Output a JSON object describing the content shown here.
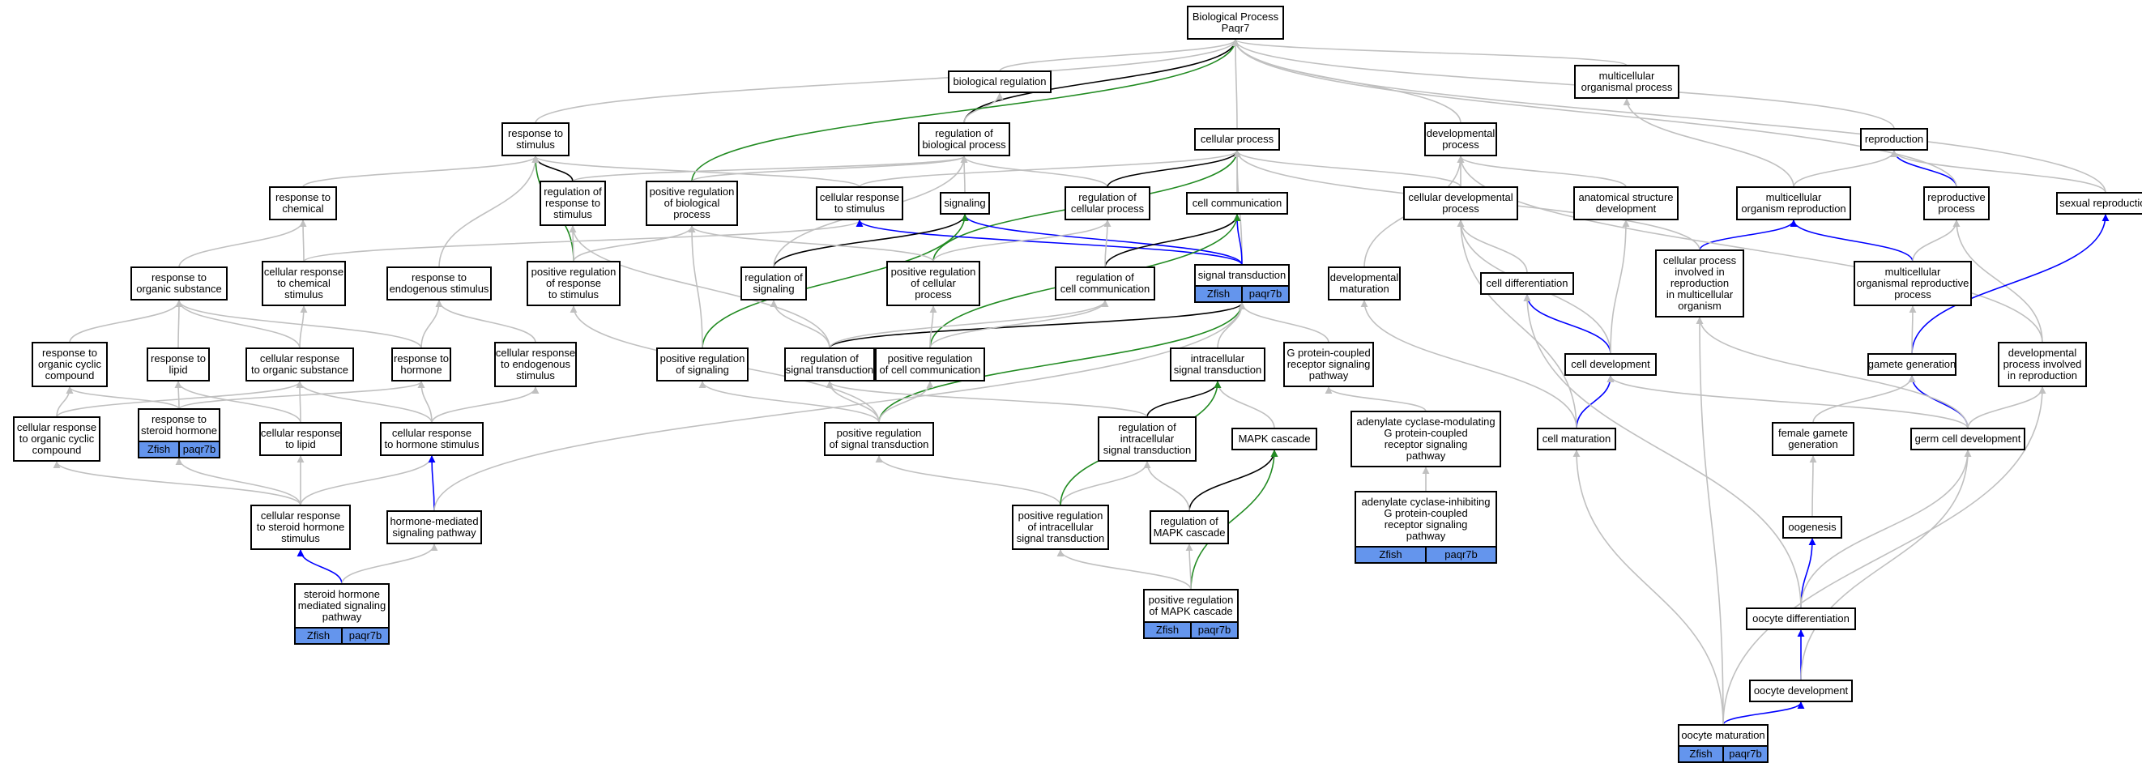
{
  "colors": {
    "gray": "#c0c0c0",
    "black": "#000000",
    "green": "#228b22",
    "blue": "#0000ff",
    "tag": "#6495ed"
  },
  "nodes": {
    "bp": [
      "Biological Process",
      "Paqr7"
    ],
    "bioreg": [
      "biological regulation"
    ],
    "multiorg": [
      "multicellular",
      "organismal process"
    ],
    "resp_stim": [
      "response to",
      "stimulus"
    ],
    "reg_bp": [
      "regulation of",
      "biological process"
    ],
    "cell_proc": [
      "cellular process"
    ],
    "dev_proc": [
      "developmental",
      "process"
    ],
    "repro": [
      "reproduction"
    ],
    "resp_chem": [
      "response to",
      "chemical"
    ],
    "reg_resp_stim": [
      "regulation of",
      "response to",
      "stimulus"
    ],
    "pos_reg_bp": [
      "positive regulation",
      "of biological",
      "process"
    ],
    "cell_resp_stim": [
      "cellular response",
      "to stimulus"
    ],
    "signaling": [
      "signaling"
    ],
    "reg_cell_proc": [
      "regulation of",
      "cellular process"
    ],
    "cell_comm": [
      "cell communication"
    ],
    "cell_dev_proc": [
      "cellular developmental",
      "process"
    ],
    "anat_dev": [
      "anatomical structure",
      "development"
    ],
    "multi_org_repro": [
      "multicellular",
      "organism reproduction"
    ],
    "repro_proc": [
      "reproductive",
      "process"
    ],
    "sex_repro": [
      "sexual reproduction"
    ],
    "resp_org_sub": [
      "response to",
      "organic substance"
    ],
    "cell_resp_chem": [
      "cellular response",
      "to chemical",
      "stimulus"
    ],
    "resp_endo": [
      "response to",
      "endogenous stimulus"
    ],
    "pos_reg_resp_stim": [
      "positive regulation",
      "of response",
      "to stimulus"
    ],
    "reg_sig": [
      "regulation of",
      "signaling"
    ],
    "pos_reg_cell_proc": [
      "positive regulation",
      "of cellular",
      "process"
    ],
    "reg_cell_comm": [
      "regulation of",
      "cell communication"
    ],
    "sig_trans": [
      "signal transduction"
    ],
    "dev_mat": [
      "developmental",
      "maturation"
    ],
    "cell_diff": [
      "cell differentiation"
    ],
    "cp_repro": [
      "cellular process",
      "involved in",
      "reproduction",
      "in multicellular",
      "organism"
    ],
    "multi_repro_proc": [
      "multicellular",
      "organismal reproductive",
      "process"
    ],
    "resp_org_cyc": [
      "response to",
      "organic cyclic",
      "compound"
    ],
    "resp_lipid": [
      "response to",
      "lipid"
    ],
    "cell_resp_org": [
      "cellular response",
      "to organic substance"
    ],
    "resp_horm": [
      "response to",
      "hormone"
    ],
    "cell_resp_endo": [
      "cellular response",
      "to endogenous",
      "stimulus"
    ],
    "pos_reg_sig": [
      "positive regulation",
      "of signaling"
    ],
    "reg_sig_trans": [
      "regulation of",
      "signal transduction"
    ],
    "pos_reg_cell_comm": [
      "positive regulation",
      "of cell communication"
    ],
    "intra_sig": [
      "intracellular",
      "signal transduction"
    ],
    "gpcr": [
      "G protein-coupled",
      "receptor signaling",
      "pathway"
    ],
    "cell_dev": [
      "cell development"
    ],
    "gamete_gen": [
      "gamete generation"
    ],
    "dev_proc_repro": [
      "developmental",
      "process involved",
      "in reproduction"
    ],
    "cell_resp_org_cyc": [
      "cellular response",
      "to organic cyclic",
      "compound"
    ],
    "resp_ster": [
      "response to",
      "steroid hormone"
    ],
    "cell_resp_lipid": [
      "cellular response",
      "to lipid"
    ],
    "cell_resp_horm": [
      "cellular response",
      "to hormone stimulus"
    ],
    "pos_reg_sig_trans": [
      "positive regulation",
      "of signal transduction"
    ],
    "reg_intra": [
      "regulation of",
      "intracellular",
      "signal transduction"
    ],
    "mapk": [
      "MAPK cascade"
    ],
    "adcy_mod": [
      "adenylate cyclase-modulating",
      "G protein-coupled",
      "receptor signaling",
      "pathway"
    ],
    "cell_mat": [
      "cell maturation"
    ],
    "fem_gam": [
      "female gamete",
      "generation"
    ],
    "germ_dev": [
      "germ cell development"
    ],
    "cell_resp_ster": [
      "cellular response",
      "to steroid hormone",
      "stimulus"
    ],
    "horm_med": [
      "hormone-mediated",
      "signaling pathway"
    ],
    "pos_reg_intra": [
      "positive regulation",
      "of intracellular",
      "signal transduction"
    ],
    "reg_mapk": [
      "regulation of",
      "MAPK cascade"
    ],
    "adcy_inh": [
      "adenylate cyclase-inhibiting",
      "G protein-coupled",
      "receptor signaling",
      "pathway"
    ],
    "oogenesis": [
      "oogenesis"
    ],
    "ster_med": [
      "steroid hormone",
      "mediated signaling",
      "pathway"
    ],
    "pos_reg_mapk": [
      "positive regulation",
      "of MAPK cascade"
    ],
    "oocyte_diff": [
      "oocyte differentiation"
    ],
    "oocyte_dev": [
      "oocyte development"
    ],
    "oocyte_mat": [
      "oocyte maturation"
    ]
  },
  "tags": {
    "sig_trans": [
      "Zfish",
      "paqr7b"
    ],
    "resp_ster": [
      "Zfish",
      "paqr7b"
    ],
    "adcy_inh": [
      "Zfish",
      "paqr7b"
    ],
    "ster_med": [
      "Zfish",
      "paqr7b"
    ],
    "pos_reg_mapk": [
      "Zfish",
      "paqr7b"
    ],
    "oocyte_mat": [
      "Zfish",
      "paqr7b"
    ]
  },
  "edges": [
    [
      "bioreg",
      "bp",
      "gray"
    ],
    [
      "multiorg",
      "bp",
      "gray"
    ],
    [
      "resp_stim",
      "bp",
      "gray"
    ],
    [
      "reg_bp",
      "bp",
      "black"
    ],
    [
      "reg_bp",
      "bioreg",
      "gray"
    ],
    [
      "cell_proc",
      "bp",
      "gray"
    ],
    [
      "dev_proc",
      "bp",
      "gray"
    ],
    [
      "repro",
      "bp",
      "gray"
    ],
    [
      "pos_reg_bp",
      "bp",
      "green"
    ],
    [
      "reg_resp_stim",
      "resp_stim",
      "black"
    ],
    [
      "pos_reg_resp_stim",
      "resp_stim",
      "green"
    ],
    [
      "resp_chem",
      "resp_stim",
      "gray"
    ],
    [
      "cell_resp_stim",
      "resp_stim",
      "gray"
    ],
    [
      "reg_resp_stim",
      "reg_bp",
      "gray"
    ],
    [
      "pos_reg_bp",
      "reg_bp",
      "gray"
    ],
    [
      "signaling",
      "reg_bp",
      "gray"
    ],
    [
      "reg_cell_proc",
      "reg_bp",
      "gray"
    ],
    [
      "reg_cell_proc",
      "cell_proc",
      "black"
    ],
    [
      "cell_comm",
      "cell_proc",
      "gray"
    ],
    [
      "cell_resp_stim",
      "cell_proc",
      "gray"
    ],
    [
      "cell_dev_proc",
      "cell_proc",
      "gray"
    ],
    [
      "sig_trans",
      "cell_proc",
      "gray"
    ],
    [
      "pos_reg_cell_proc",
      "cell_proc",
      "green"
    ],
    [
      "cell_dev_proc",
      "dev_proc",
      "gray"
    ],
    [
      "anat_dev",
      "dev_proc",
      "gray"
    ],
    [
      "dev_mat",
      "dev_proc",
      "gray"
    ],
    [
      "multi_org_repro",
      "repro",
      "gray"
    ],
    [
      "repro_proc",
      "repro",
      "blue"
    ],
    [
      "sex_repro",
      "repro",
      "gray"
    ],
    [
      "multi_org_repro",
      "multiorg",
      "gray"
    ],
    [
      "sex_repro",
      "bp",
      "gray"
    ],
    [
      "repro_proc",
      "bp",
      "gray"
    ],
    [
      "resp_org_sub",
      "resp_chem",
      "gray"
    ],
    [
      "cell_resp_chem",
      "resp_chem",
      "gray"
    ],
    [
      "cell_resp_chem",
      "cell_resp_stim",
      "gray"
    ],
    [
      "resp_endo",
      "resp_stim",
      "gray"
    ],
    [
      "pos_reg_resp_stim",
      "reg_resp_stim",
      "gray"
    ],
    [
      "pos_reg_resp_stim",
      "pos_reg_bp",
      "gray"
    ],
    [
      "sig_trans",
      "cell_resp_stim",
      "blue"
    ],
    [
      "sig_trans",
      "signaling",
      "blue"
    ],
    [
      "sig_trans",
      "cell_comm",
      "blue"
    ],
    [
      "reg_sig",
      "signaling",
      "black"
    ],
    [
      "reg_sig",
      "reg_bp",
      "gray"
    ],
    [
      "pos_reg_sig",
      "signaling",
      "green"
    ],
    [
      "pos_reg_sig",
      "pos_reg_bp",
      "gray"
    ],
    [
      "pos_reg_cell_proc",
      "reg_cell_proc",
      "gray"
    ],
    [
      "pos_reg_cell_proc",
      "pos_reg_bp",
      "gray"
    ],
    [
      "reg_cell_comm",
      "cell_comm",
      "black"
    ],
    [
      "reg_cell_comm",
      "reg_cell_proc",
      "gray"
    ],
    [
      "pos_reg_cell_comm",
      "cell_comm",
      "green"
    ],
    [
      "cell_diff",
      "cell_dev_proc",
      "gray"
    ],
    [
      "cell_dev",
      "cell_diff",
      "blue"
    ],
    [
      "cell_dev",
      "anat_dev",
      "gray"
    ],
    [
      "cell_dev",
      "cell_dev_proc",
      "gray"
    ],
    [
      "cp_repro",
      "multi_org_repro",
      "blue"
    ],
    [
      "cp_repro",
      "cell_proc",
      "gray"
    ],
    [
      "multi_repro_proc",
      "multi_org_repro",
      "blue"
    ],
    [
      "multi_repro_proc",
      "repro_proc",
      "gray"
    ],
    [
      "dev_proc_repro",
      "repro_proc",
      "gray"
    ],
    [
      "dev_proc_repro",
      "dev_proc",
      "gray"
    ],
    [
      "gamete_gen",
      "sex_repro",
      "blue"
    ],
    [
      "gamete_gen",
      "multi_repro_proc",
      "gray"
    ],
    [
      "resp_org_cyc",
      "resp_org_sub",
      "gray"
    ],
    [
      "resp_lipid",
      "resp_org_sub",
      "gray"
    ],
    [
      "cell_resp_org",
      "resp_org_sub",
      "gray"
    ],
    [
      "cell_resp_org",
      "cell_resp_chem",
      "gray"
    ],
    [
      "resp_horm",
      "resp_org_sub",
      "gray"
    ],
    [
      "resp_horm",
      "resp_endo",
      "gray"
    ],
    [
      "cell_resp_endo",
      "resp_endo",
      "gray"
    ],
    [
      "reg_sig_trans",
      "reg_sig",
      "gray"
    ],
    [
      "reg_sig_trans",
      "sig_trans",
      "black"
    ],
    [
      "reg_sig_trans",
      "reg_cell_comm",
      "gray"
    ],
    [
      "reg_sig_trans",
      "reg_resp_stim",
      "gray"
    ],
    [
      "pos_reg_sig_trans",
      "sig_trans",
      "green"
    ],
    [
      "pos_reg_sig_trans",
      "pos_reg_sig",
      "gray"
    ],
    [
      "pos_reg_sig_trans",
      "reg_sig_trans",
      "gray"
    ],
    [
      "pos_reg_sig_trans",
      "pos_reg_cell_comm",
      "gray"
    ],
    [
      "pos_reg_sig_trans",
      "pos_reg_resp_stim",
      "gray"
    ],
    [
      "pos_reg_cell_comm",
      "reg_cell_comm",
      "gray"
    ],
    [
      "pos_reg_cell_comm",
      "pos_reg_cell_proc",
      "gray"
    ],
    [
      "intra_sig",
      "sig_trans",
      "gray"
    ],
    [
      "gpcr",
      "sig_trans",
      "gray"
    ],
    [
      "cell_resp_org_cyc",
      "resp_org_cyc",
      "gray"
    ],
    [
      "cell_resp_org_cyc",
      "cell_resp_org",
      "gray"
    ],
    [
      "resp_ster",
      "resp_lipid",
      "gray"
    ],
    [
      "resp_ster",
      "resp_org_cyc",
      "gray"
    ],
    [
      "resp_ster",
      "resp_horm",
      "gray"
    ],
    [
      "cell_resp_lipid",
      "resp_lipid",
      "gray"
    ],
    [
      "cell_resp_lipid",
      "cell_resp_org",
      "gray"
    ],
    [
      "cell_resp_horm",
      "resp_horm",
      "gray"
    ],
    [
      "cell_resp_horm",
      "cell_resp_org",
      "gray"
    ],
    [
      "cell_resp_horm",
      "cell_resp_endo",
      "gray"
    ],
    [
      "reg_intra",
      "intra_sig",
      "black"
    ],
    [
      "reg_intra",
      "reg_sig_trans",
      "gray"
    ],
    [
      "mapk",
      "intra_sig",
      "gray"
    ],
    [
      "adcy_mod",
      "gpcr",
      "gray"
    ],
    [
      "cell_mat",
      "cell_dev",
      "blue"
    ],
    [
      "cell_mat",
      "dev_mat",
      "gray"
    ],
    [
      "cell_mat",
      "cell_dev_proc",
      "gray"
    ],
    [
      "germ_dev",
      "gamete_gen",
      "blue"
    ],
    [
      "germ_dev",
      "cell_dev",
      "gray"
    ],
    [
      "germ_dev",
      "dev_proc_repro",
      "gray"
    ],
    [
      "germ_dev",
      "cp_repro",
      "gray"
    ],
    [
      "fem_gam",
      "gamete_gen",
      "gray"
    ],
    [
      "cell_resp_ster",
      "cell_resp_lipid",
      "gray"
    ],
    [
      "cell_resp_ster",
      "cell_resp_org_cyc",
      "gray"
    ],
    [
      "cell_resp_ster",
      "cell_resp_horm",
      "gray"
    ],
    [
      "cell_resp_ster",
      "resp_ster",
      "gray"
    ],
    [
      "horm_med",
      "cell_resp_horm",
      "blue"
    ],
    [
      "horm_med",
      "sig_trans",
      "gray"
    ],
    [
      "pos_reg_intra",
      "reg_intra",
      "gray"
    ],
    [
      "pos_reg_intra",
      "pos_reg_sig_trans",
      "gray"
    ],
    [
      "pos_reg_intra",
      "intra_sig",
      "green"
    ],
    [
      "reg_mapk",
      "mapk",
      "black"
    ],
    [
      "reg_mapk",
      "reg_intra",
      "gray"
    ],
    [
      "adcy_inh",
      "adcy_mod",
      "gray"
    ],
    [
      "oogenesis",
      "fem_gam",
      "gray"
    ],
    [
      "ster_med",
      "cell_resp_ster",
      "blue"
    ],
    [
      "ster_med",
      "horm_med",
      "gray"
    ],
    [
      "pos_reg_mapk",
      "mapk",
      "green"
    ],
    [
      "pos_reg_mapk",
      "reg_mapk",
      "gray"
    ],
    [
      "pos_reg_mapk",
      "pos_reg_intra",
      "gray"
    ],
    [
      "oocyte_diff",
      "oogenesis",
      "blue"
    ],
    [
      "oocyte_diff",
      "cell_diff",
      "gray"
    ],
    [
      "oocyte_diff",
      "germ_dev",
      "gray"
    ],
    [
      "oocyte_dev",
      "oocyte_diff",
      "blue"
    ],
    [
      "oocyte_dev",
      "germ_dev",
      "gray"
    ],
    [
      "oocyte_mat",
      "oocyte_dev",
      "blue"
    ],
    [
      "oocyte_mat",
      "cell_mat",
      "gray"
    ],
    [
      "oocyte_mat",
      "dev_proc_repro",
      "gray"
    ],
    [
      "oocyte_mat",
      "cp_repro",
      "gray"
    ]
  ]
}
